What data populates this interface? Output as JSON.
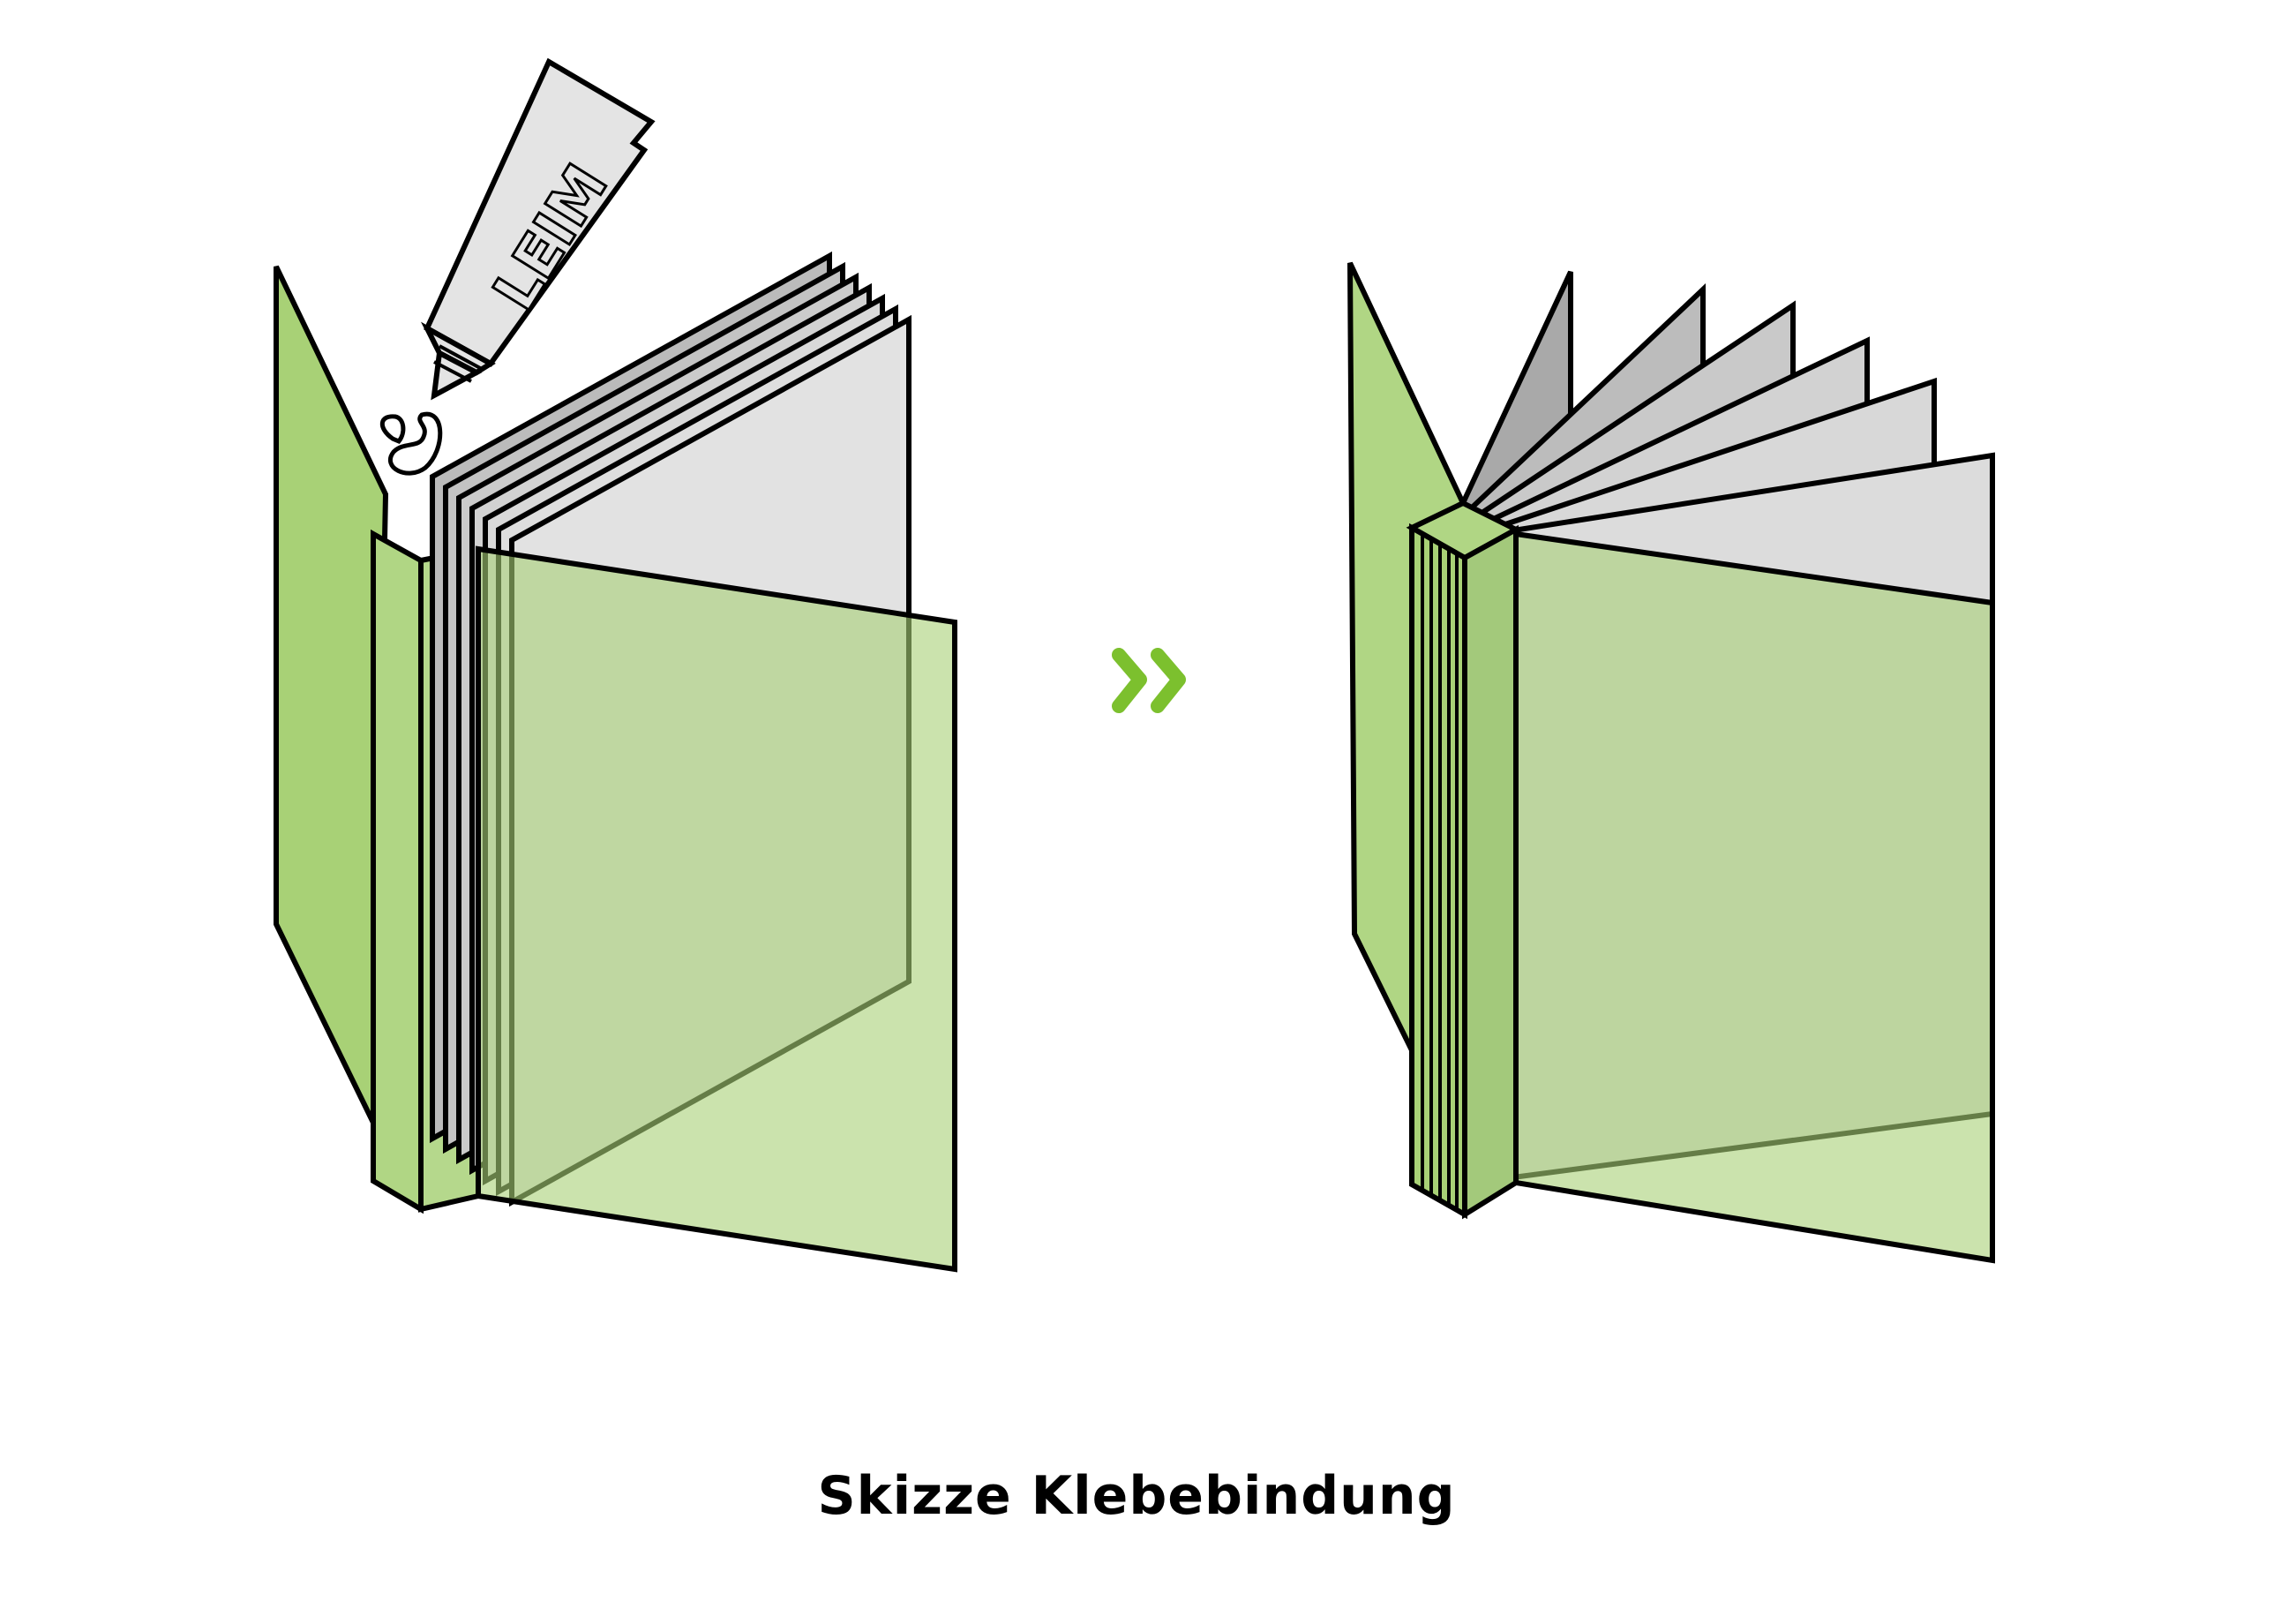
{
  "caption": "Skizze Klebebindung",
  "glue_tube": {
    "label": "LEIM"
  },
  "colors": {
    "cover_dark": "#a8d176",
    "cover_mid": "#b9da94",
    "cover_light": "#cde5b0",
    "page_gray_dark": "#a9a9a9",
    "page_gray_light": "#e4e4e4",
    "arrow": "#7cc02e",
    "stroke": "#000000"
  },
  "figures": [
    {
      "name": "before-gluing"
    },
    {
      "name": "after-gluing"
    }
  ]
}
